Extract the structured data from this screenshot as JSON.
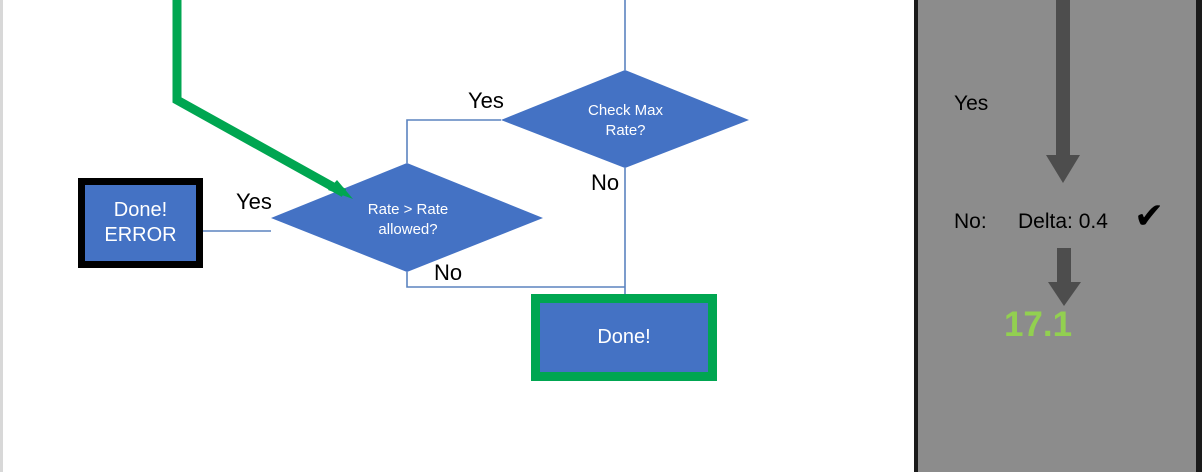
{
  "flowchart": {
    "nodes": [
      {
        "id": "done-error",
        "shape": "process",
        "label": "Done!\nERROR",
        "border_color": "#000000",
        "fill": "#4472c4"
      },
      {
        "id": "rate-allowed",
        "shape": "decision",
        "label": "Rate > Rate\nallowed?",
        "fill": "#4472c4"
      },
      {
        "id": "check-max-rate",
        "shape": "decision",
        "label": "Check Max\nRate?",
        "fill": "#4472c4"
      },
      {
        "id": "done-ok",
        "shape": "process",
        "label": "Done!",
        "border_color": "#00a651",
        "fill": "#4472c4"
      }
    ],
    "edge_labels": {
      "yes_to_done_error": "Yes",
      "yes_to_check_max": "Yes",
      "no_from_check_max": "No",
      "no_from_rate_allowed": "No"
    },
    "highlight_color": "#00a651"
  },
  "panel": {
    "yes_label": "Yes",
    "no_label": "No:",
    "delta_label": "Delta: 0.4",
    "check_mark": "✔",
    "result_value": "17.1",
    "result_color": "#92d050",
    "background": "#8c8c8c",
    "arrow_color": "#4d4d4d"
  }
}
